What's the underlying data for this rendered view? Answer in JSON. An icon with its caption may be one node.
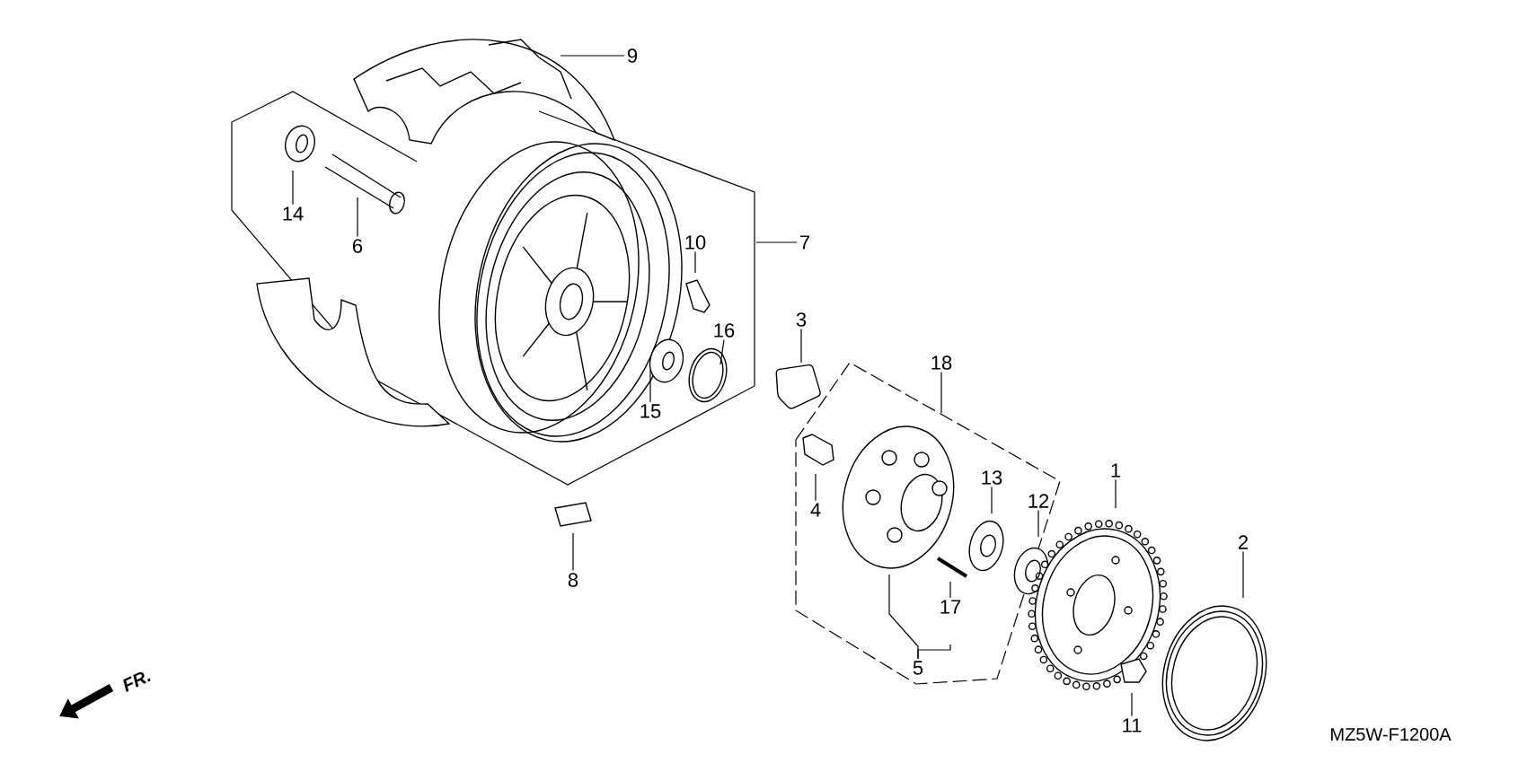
{
  "diagram": {
    "nodes": [
      {
        "text": [
          "9"
        ]
      },
      {
        "text": [
          "14"
        ]
      },
      {
        "text": [
          "6"
        ]
      },
      {
        "text": [
          "10"
        ]
      },
      {
        "text": [
          "7"
        ]
      },
      {
        "text": [
          "3"
        ]
      },
      {
        "text": [
          "16"
        ]
      },
      {
        "text": [
          "15"
        ]
      },
      {
        "text": [
          "18"
        ]
      },
      {
        "text": [
          "4"
        ]
      },
      {
        "text": [
          "13"
        ]
      },
      {
        "text": [
          "12"
        ]
      },
      {
        "text": [
          "1"
        ]
      },
      {
        "text": [
          "2"
        ]
      },
      {
        "text": [
          "8"
        ]
      },
      {
        "text": [
          "17"
        ]
      },
      {
        "text": [
          "5"
        ]
      },
      {
        "text": [
          "11"
        ]
      }
    ],
    "edges": [
      {
        "from": 0,
        "to": null,
        "arrow": "none"
      },
      {
        "from": 1,
        "to": null,
        "arrow": "none"
      },
      {
        "from": 2,
        "to": null,
        "arrow": "none"
      },
      {
        "from": 3,
        "to": null,
        "arrow": "none"
      },
      {
        "from": 4,
        "to": null,
        "arrow": "none"
      },
      {
        "from": 5,
        "to": null,
        "arrow": "none"
      },
      {
        "from": 6,
        "to": null,
        "arrow": "none"
      },
      {
        "from": 7,
        "to": null,
        "arrow": "none"
      },
      {
        "from": 8,
        "to": null,
        "arrow": "none"
      },
      {
        "from": 9,
        "to": null,
        "arrow": "none"
      },
      {
        "from": 10,
        "to": null,
        "arrow": "none"
      },
      {
        "from": 11,
        "to": null,
        "arrow": "none"
      },
      {
        "from": 12,
        "to": null,
        "arrow": "none"
      },
      {
        "from": 13,
        "to": null,
        "arrow": "none"
      },
      {
        "from": 14,
        "to": null,
        "arrow": "none"
      },
      {
        "from": 15,
        "to": null,
        "arrow": "none"
      },
      {
        "from": 16,
        "to": null,
        "arrow": "none"
      },
      {
        "from": 16,
        "to": null,
        "arrow": "none"
      },
      {
        "from": 17,
        "to": null,
        "arrow": "none"
      }
    ],
    "labels": [
      "FR.",
      "MZ5W-F1200A"
    ]
  }
}
